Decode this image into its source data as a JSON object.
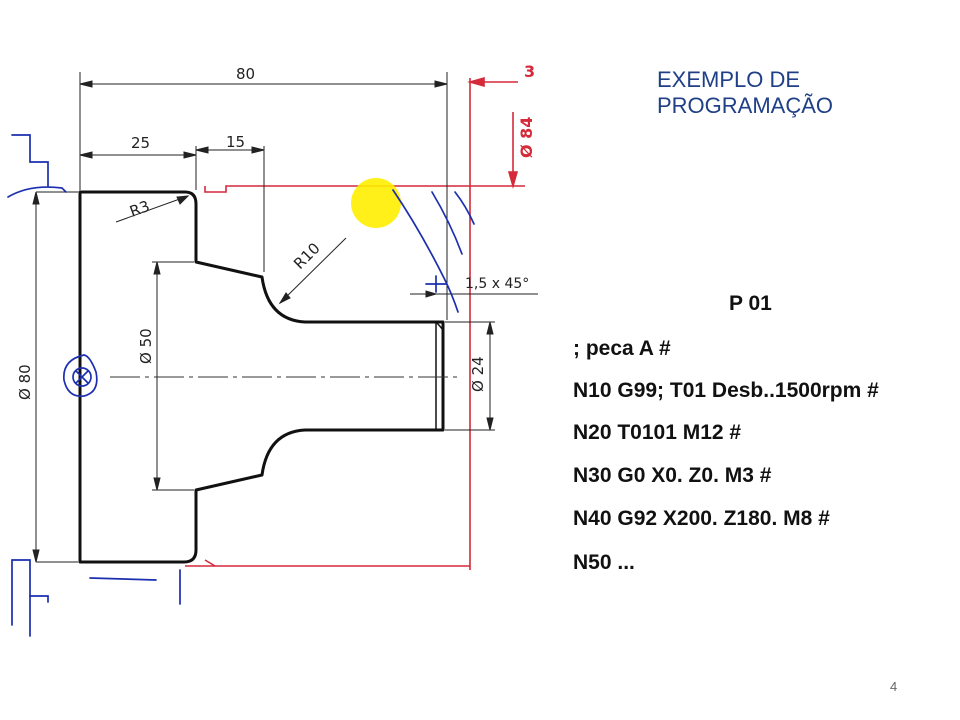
{
  "slide": {
    "title_line1": "EXEMPLO DE",
    "title_line2": "PROGRAMAÇÃO",
    "page_number": "4"
  },
  "drawing": {
    "dim_overall_length": "80",
    "dim_flange_length": "25",
    "dim_taper_length": "15",
    "dim_radius_small": "R3",
    "dim_radius_large": "R10",
    "dim_diameter_80": "Ø 80",
    "dim_diameter_50": "Ø 50",
    "dim_diameter_24": "Ø 24",
    "dim_chamfer": "1,5 x 45°",
    "stock_face_allowance": "3",
    "stock_diameter": "Ø 84",
    "colors": {
      "part_outline": "#111111",
      "stock_outline": "#d42a3a",
      "annotation": "#1b2fb0",
      "highlight": "#ffee00"
    }
  },
  "program": {
    "heading": "P 01",
    "lines": [
      "; peca A #",
      "N10 G99; T01 Desb..1500rpm #",
      "N20 T0101 M12 #",
      "N30 G0 X0. Z0. M3 #",
      "N40 G92 X200. Z180.  M8 #",
      "N50 ..."
    ]
  }
}
